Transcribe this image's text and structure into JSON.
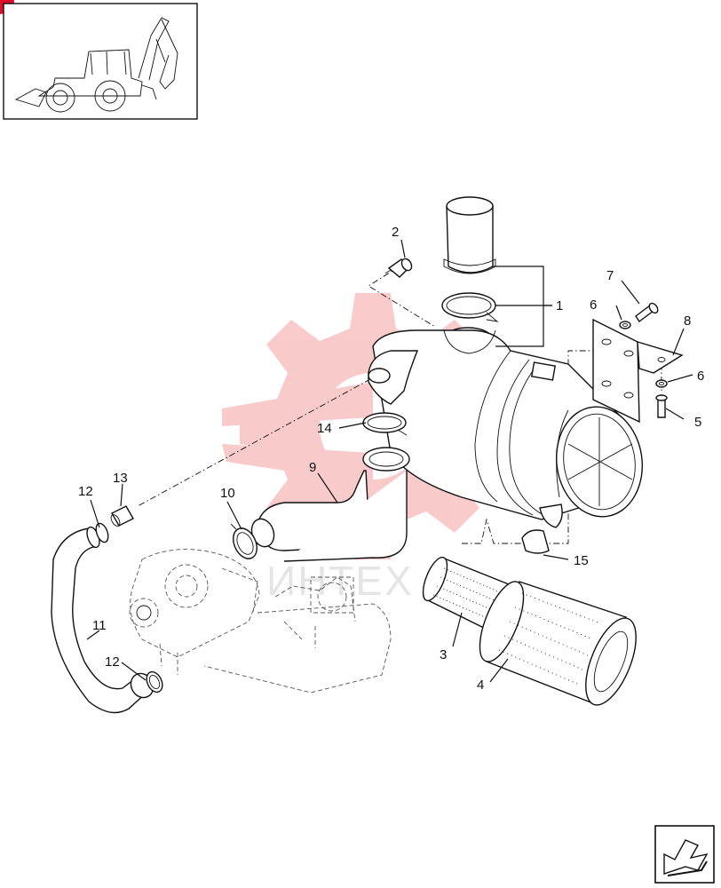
{
  "diagram": {
    "callouts": [
      "1",
      "2",
      "3",
      "4",
      "5",
      "6",
      "6",
      "7",
      "8",
      "9",
      "10",
      "11",
      "12",
      "12",
      "13",
      "14",
      "15"
    ],
    "watermark_text": "ИНТЕХ",
    "colors": {
      "line": "#111111",
      "watermark": "#f4b8b8",
      "corner_marker": "#e0102a"
    },
    "icons": {
      "thumbnail": "backhoe-loader-icon",
      "next": "next-page-arrow-icon"
    }
  }
}
